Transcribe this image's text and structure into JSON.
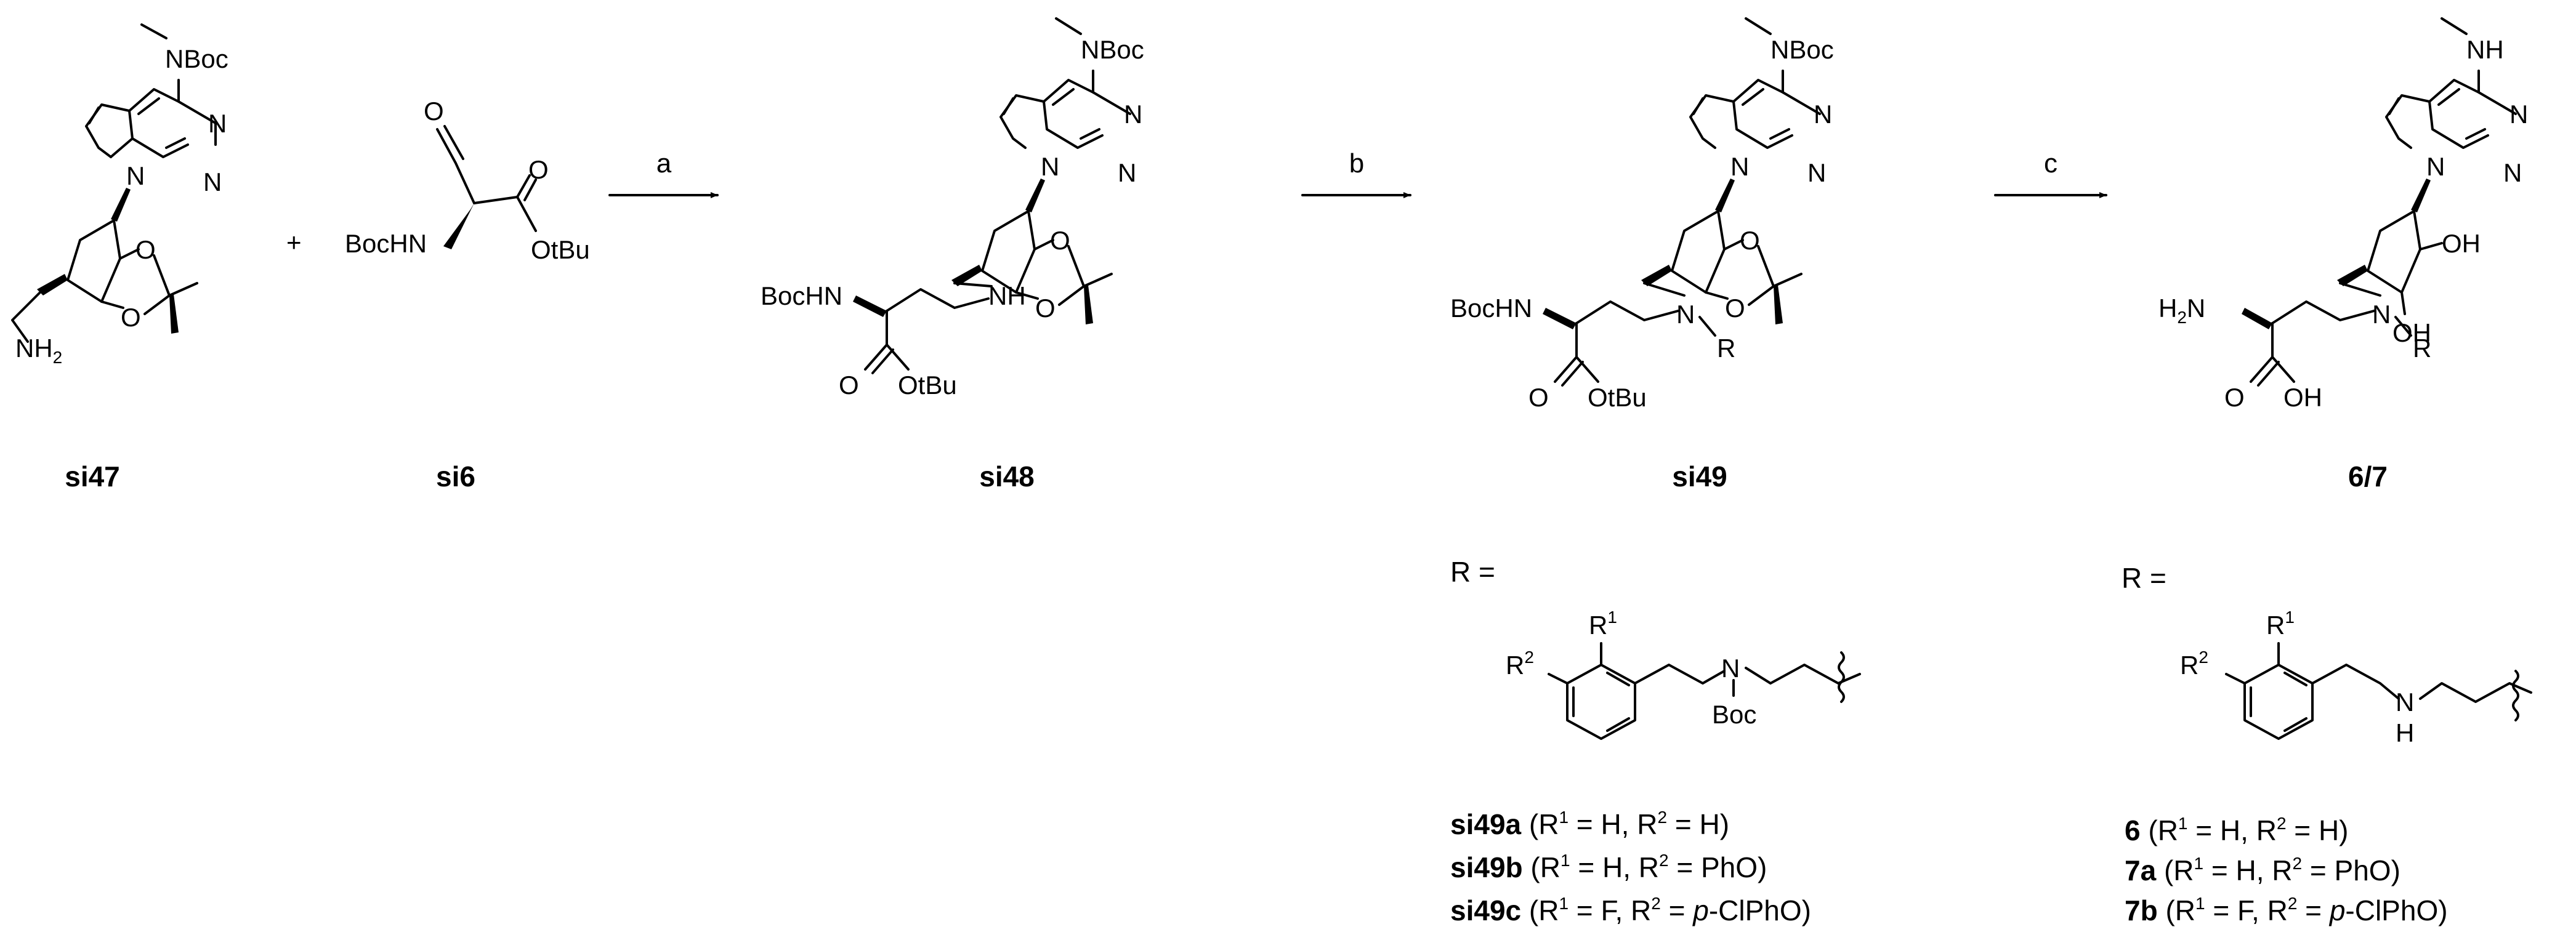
{
  "scheme": {
    "plus": "+",
    "steps": [
      {
        "label": "a"
      },
      {
        "label": "b"
      },
      {
        "label": "c"
      }
    ],
    "compounds": {
      "si47": {
        "id": "si47",
        "nboc": "NBoc",
        "nh2_n": "NH",
        "nh2_sub": "2",
        "n1": "N",
        "n2": "N",
        "n3": "N",
        "o1": "O",
        "o2": "O"
      },
      "si6": {
        "id": "si6",
        "aldehyde_o": "O",
        "bochn": "BocHN",
        "ester_o": "O",
        "otbu": "OtBu"
      },
      "si48": {
        "id": "si48",
        "nboc": "NBoc",
        "bochn": "BocHN",
        "nh": "NH",
        "ester_o": "O",
        "otbu": "OtBu",
        "n1": "N",
        "n2": "N",
        "n3": "N",
        "o1": "O",
        "o2": "O"
      },
      "si49": {
        "id": "si49",
        "nboc": "NBoc",
        "bochn": "BocHN",
        "n": "N",
        "r": "R",
        "ester_o": "O",
        "otbu": "OtBu",
        "n1": "N",
        "n2": "N",
        "n3": "N",
        "o1": "O",
        "o2": "O"
      },
      "p67": {
        "id": "6/7",
        "nh": "NH",
        "h2n_h": "H",
        "h2n_sub": "2",
        "h2n_n": "N",
        "n": "N",
        "r": "R",
        "acid_o": "O",
        "oh": "OH",
        "oh1": "OH",
        "oh2": "OH",
        "n1": "N",
        "n2": "N",
        "n3": "N"
      }
    },
    "r_groups": [
      {
        "header": "R =",
        "r1": "R",
        "r1_sup": "1",
        "r2": "R",
        "r2_sup": "2",
        "n": "N",
        "boc": "Boc",
        "entries": [
          {
            "name": "si49a",
            "text": " (R",
            "s1": "1",
            "t1": " = H, R",
            "s2": "2",
            "t2": " = H)"
          },
          {
            "name": "si49b",
            "text": " (R",
            "s1": "1",
            "t1": " = H, R",
            "s2": "2",
            "t2": " = PhO)"
          },
          {
            "name": "si49c",
            "text": " (R",
            "s1": "1",
            "t1": " = F, R",
            "s2": "2",
            "t2": " = ",
            "ital": "p",
            "t3": "-ClPhO)"
          }
        ]
      },
      {
        "header": "R =",
        "r1": "R",
        "r1_sup": "1",
        "r2": "R",
        "r2_sup": "2",
        "n": "N",
        "h": "H",
        "entries": [
          {
            "name": "6",
            "text": " (R",
            "s1": "1",
            "t1": " = H, R",
            "s2": "2",
            "t2": " = H)"
          },
          {
            "name": "7a",
            "text": " (R",
            "s1": "1",
            "t1": " = H, R",
            "s2": "2",
            "t2": " = PhO)"
          },
          {
            "name": "7b",
            "text": " (R",
            "s1": "1",
            "t1": " = F, R",
            "s2": "2",
            "t2": " = ",
            "ital": "p",
            "t3": "-ClPhO)"
          }
        ]
      }
    ]
  }
}
